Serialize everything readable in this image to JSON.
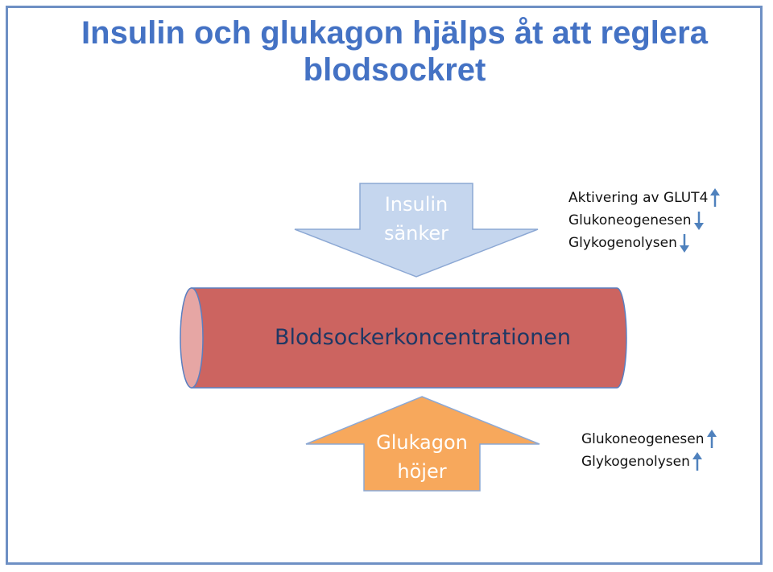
{
  "title": "Insulin och glukagon hjälps åt att reglera blodsockret",
  "insulin": {
    "line1": "Insulin",
    "line2": "sänker",
    "effects": [
      {
        "text": "Aktivering av GLUT4",
        "direction": "up"
      },
      {
        "text": "Glukoneogenesen",
        "direction": "down"
      },
      {
        "text": "Glykogenolysen",
        "direction": "down"
      }
    ]
  },
  "vessel": {
    "label": "Blodsockerkoncentrationen"
  },
  "glukagon": {
    "line1": "Glukagon",
    "line2": "höjer",
    "effects": [
      {
        "text": "Glukoneogenesen",
        "direction": "up"
      },
      {
        "text": "Glykogenolysen",
        "direction": "up"
      }
    ]
  },
  "colors": {
    "title": "#4472c4",
    "insulin_arrow": "#c5d6ee",
    "glukagon_arrow": "#f7a85c",
    "vessel": "#cc6460",
    "vessel_end": "#e6a6a4",
    "indicator_arrow": "#4f81bd"
  }
}
